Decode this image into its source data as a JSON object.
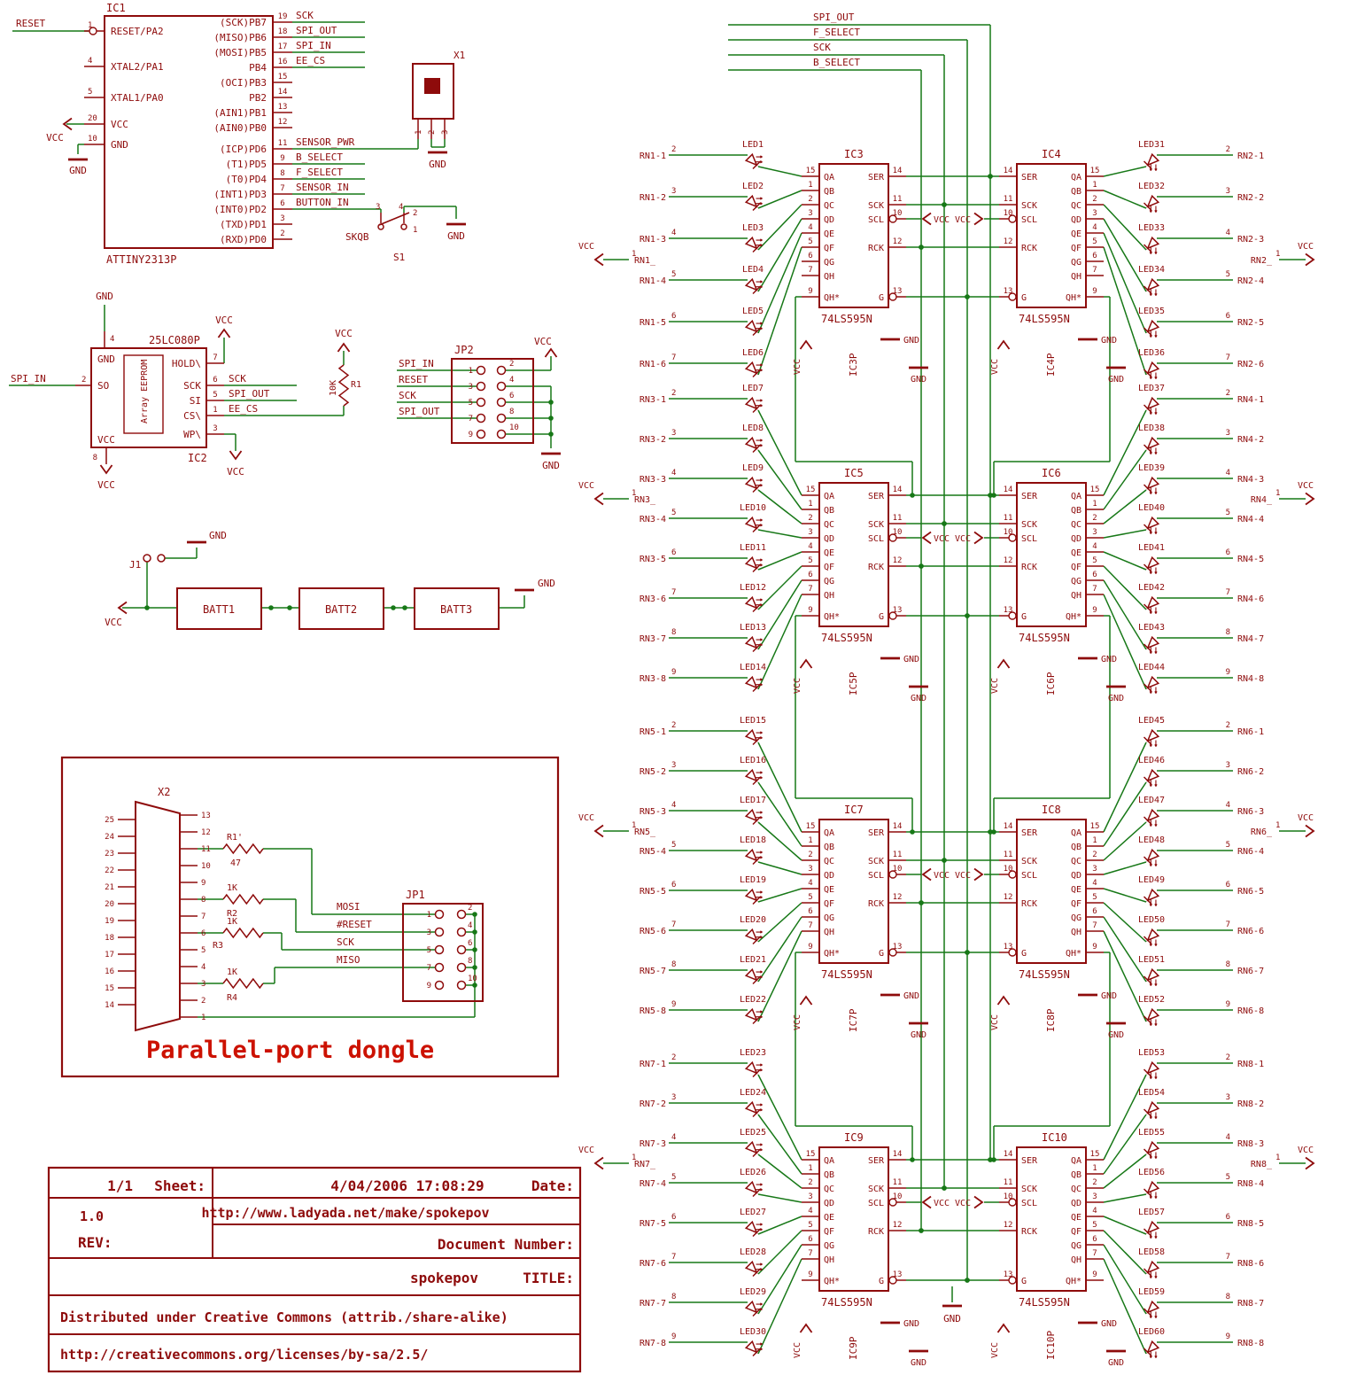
{
  "colors": {
    "background": "#ffffff",
    "part": "#8e0b0b",
    "wire": "#177817",
    "accent": "#cc1100"
  },
  "power": {
    "vcc": "VCC",
    "gnd": "GND"
  },
  "bus_signals": [
    "SPI_OUT",
    "F_SELECT",
    "SCK",
    "B_SELECT"
  ],
  "ic1": {
    "ref": "IC1",
    "value": "ATTINY2313P",
    "reset_label": "RESET",
    "left_pins": [
      {
        "num": "1",
        "name": "RESET/PA2"
      },
      {
        "num": "4",
        "name": "XTAL2/PA1"
      },
      {
        "num": "5",
        "name": "XTAL1/PA0"
      },
      {
        "num": "20",
        "name": "VCC"
      },
      {
        "num": "10",
        "name": "GND"
      }
    ],
    "right_pins": [
      {
        "num": "19",
        "name": "(SCK)PB7",
        "signal": "SCK"
      },
      {
        "num": "18",
        "name": "(MISO)PB6",
        "signal": "SPI_OUT"
      },
      {
        "num": "17",
        "name": "(MOSI)PB5",
        "signal": "SPI_IN"
      },
      {
        "num": "16",
        "name": "PB4",
        "signal": "EE_CS"
      },
      {
        "num": "15",
        "name": "(OCI)PB3"
      },
      {
        "num": "14",
        "name": "PB2"
      },
      {
        "num": "13",
        "name": "(AIN1)PB1"
      },
      {
        "num": "12",
        "name": "(AIN0)PB0"
      },
      {
        "num": "11",
        "name": "(ICP)PD6",
        "signal": "SENSOR_PWR"
      },
      {
        "num": "9",
        "name": "(T1)PD5",
        "signal": "B_SELECT"
      },
      {
        "num": "8",
        "name": "(T0)PD4",
        "signal": "F_SELECT"
      },
      {
        "num": "7",
        "name": "(INT1)PD3",
        "signal": "SENSOR_IN"
      },
      {
        "num": "6",
        "name": "(INT0)PD2",
        "signal": "BUTTON_IN"
      },
      {
        "num": "3",
        "name": "(TXD)PD1"
      },
      {
        "num": "2",
        "name": "(RXD)PD0"
      }
    ]
  },
  "x1": {
    "ref": "X1",
    "pins": [
      "1",
      "2",
      "3"
    ]
  },
  "s1": {
    "ref": "S1",
    "value": "SKQB",
    "pins": [
      "3",
      "4",
      "2",
      "1"
    ]
  },
  "ic2": {
    "ref": "IC2",
    "value": "25LC080P",
    "inner": "Array EEPROM",
    "left_pins": [
      {
        "num": "4",
        "name": "GND"
      },
      {
        "num": "2",
        "name": "SO",
        "signal": "SPI_IN"
      },
      {
        "num": "8",
        "name": "VCC"
      }
    ],
    "right_pins": [
      {
        "num": "7",
        "name": "HOLD\\"
      },
      {
        "num": "6",
        "name": "SCK",
        "signal": "SCK"
      },
      {
        "num": "5",
        "name": "SI",
        "signal": "SPI_OUT"
      },
      {
        "num": "1",
        "name": "CS\\",
        "signal": "EE_CS"
      },
      {
        "num": "3",
        "name": "WP\\"
      }
    ]
  },
  "r1": {
    "ref": "R1",
    "value": "10K"
  },
  "jp2": {
    "ref": "JP2",
    "left_signals": [
      "SPI_IN",
      "RESET",
      "SCK",
      "SPI_OUT"
    ],
    "pins_left": [
      "1",
      "3",
      "5",
      "7",
      "9"
    ],
    "pins_right": [
      "2",
      "4",
      "6",
      "8",
      "10"
    ]
  },
  "battery": {
    "j1": "J1",
    "cells": [
      "BATT1",
      "BATT2",
      "BATT3"
    ]
  },
  "dongle": {
    "title": "Parallel-port dongle",
    "x2": {
      "ref": "X2",
      "left_pins": [
        "25",
        "24",
        "23",
        "22",
        "21",
        "20",
        "19",
        "18",
        "17",
        "16",
        "15",
        "14"
      ],
      "right_pins": [
        "13",
        "12",
        "11",
        "10",
        "9",
        "8",
        "7",
        "6",
        "5",
        "4",
        "3",
        "2",
        "1"
      ]
    },
    "resistors": [
      {
        "ref": "R1'",
        "value": "47"
      },
      {
        "ref": "R2",
        "value": "1K"
      },
      {
        "ref": "R3",
        "value": "1K"
      },
      {
        "ref": "R4",
        "value": "1K"
      }
    ],
    "jp1": {
      "ref": "JP1",
      "signals": [
        "MOSI",
        "#RESET",
        "SCK",
        "MISO"
      ],
      "pins_left": [
        "1",
        "3",
        "5",
        "7",
        "9"
      ],
      "pins_right": [
        "2",
        "4",
        "6",
        "8",
        "10"
      ]
    }
  },
  "shift_registers": {
    "value": "74LS595N",
    "outputs": [
      {
        "name": "QA",
        "num": "15"
      },
      {
        "name": "QB",
        "num": "1"
      },
      {
        "name": "QC",
        "num": "2"
      },
      {
        "name": "QD",
        "num": "3"
      },
      {
        "name": "QE",
        "num": "4"
      },
      {
        "name": "QF",
        "num": "5"
      },
      {
        "name": "QG",
        "num": "6"
      },
      {
        "name": "QH",
        "num": "7"
      }
    ],
    "serial_out": {
      "name": "QH*",
      "num": "9"
    },
    "controls": [
      {
        "name": "SER",
        "num": "14",
        "row": 0
      },
      {
        "name": "SCK",
        "num": "11",
        "row": 2
      },
      {
        "name": "SCL",
        "num": "10",
        "row": 3,
        "bubble": true
      },
      {
        "name": "RCK",
        "num": "12",
        "row": 5
      },
      {
        "name": "G",
        "num": "13",
        "row": 8,
        "bubble": true
      }
    ],
    "chips": [
      {
        "ref": "IC3",
        "pwr": "IC3P",
        "side": "left",
        "row": 0
      },
      {
        "ref": "IC4",
        "pwr": "IC4P",
        "side": "right",
        "row": 0
      },
      {
        "ref": "IC5",
        "pwr": "IC5P",
        "side": "left",
        "row": 1
      },
      {
        "ref": "IC6",
        "pwr": "IC6P",
        "side": "right",
        "row": 1
      },
      {
        "ref": "IC7",
        "pwr": "IC7P",
        "side": "left",
        "row": 2
      },
      {
        "ref": "IC8",
        "pwr": "IC8P",
        "side": "right",
        "row": 2
      },
      {
        "ref": "IC9",
        "pwr": "IC9P",
        "side": "left",
        "row": 3
      },
      {
        "ref": "IC10",
        "pwr": "IC10P",
        "side": "right",
        "row": 3
      }
    ]
  },
  "led_groups": [
    {
      "side": "left",
      "row": 0,
      "bus_label": "RN1_",
      "bus_pin": "1",
      "leds": [
        {
          "led": "LED1",
          "rn": "RN1-1",
          "pin": "2"
        },
        {
          "led": "LED2",
          "rn": "RN1-2",
          "pin": "3"
        },
        {
          "led": "LED3",
          "rn": "RN1-3",
          "pin": "4"
        },
        {
          "led": "LED4",
          "rn": "RN1-4",
          "pin": "5"
        },
        {
          "led": "LED5",
          "rn": "RN1-5",
          "pin": "6"
        },
        {
          "led": "LED6",
          "rn": "RN1-6",
          "pin": "7"
        }
      ]
    },
    {
      "side": "right",
      "row": 0,
      "bus_label": "RN2_",
      "bus_pin": "1",
      "leds": [
        {
          "led": "LED31",
          "rn": "RN2-1",
          "pin": "2"
        },
        {
          "led": "LED32",
          "rn": "RN2-2",
          "pin": "3"
        },
        {
          "led": "LED33",
          "rn": "RN2-3",
          "pin": "4"
        },
        {
          "led": "LED34",
          "rn": "RN2-4",
          "pin": "5"
        },
        {
          "led": "LED35",
          "rn": "RN2-5",
          "pin": "6"
        },
        {
          "led": "LED36",
          "rn": "RN2-6",
          "pin": "7"
        }
      ]
    },
    {
      "side": "left",
      "row": 1,
      "bus_label": "RN3_",
      "bus_pin": "1",
      "leds": [
        {
          "led": "LED7",
          "rn": "RN3-1",
          "pin": "2"
        },
        {
          "led": "LED8",
          "rn": "RN3-2",
          "pin": "3"
        },
        {
          "led": "LED9",
          "rn": "RN3-3",
          "pin": "4"
        },
        {
          "led": "LED10",
          "rn": "RN3-4",
          "pin": "5"
        },
        {
          "led": "LED11",
          "rn": "RN3-5",
          "pin": "6"
        },
        {
          "led": "LED12",
          "rn": "RN3-6",
          "pin": "7"
        },
        {
          "led": "LED13",
          "rn": "RN3-7",
          "pin": "8"
        },
        {
          "led": "LED14",
          "rn": "RN3-8",
          "pin": "9"
        }
      ]
    },
    {
      "side": "right",
      "row": 1,
      "bus_label": "RN4_",
      "bus_pin": "1",
      "leds": [
        {
          "led": "LED37",
          "rn": "RN4-1",
          "pin": "2"
        },
        {
          "led": "LED38",
          "rn": "RN4-2",
          "pin": "3"
        },
        {
          "led": "LED39",
          "rn": "RN4-3",
          "pin": "4"
        },
        {
          "led": "LED40",
          "rn": "RN4-4",
          "pin": "5"
        },
        {
          "led": "LED41",
          "rn": "RN4-5",
          "pin": "6"
        },
        {
          "led": "LED42",
          "rn": "RN4-6",
          "pin": "7"
        },
        {
          "led": "LED43",
          "rn": "RN4-7",
          "pin": "8"
        },
        {
          "led": "LED44",
          "rn": "RN4-8",
          "pin": "9"
        }
      ]
    },
    {
      "side": "left",
      "row": 2,
      "bus_label": "RN5_",
      "bus_pin": "1",
      "leds": [
        {
          "led": "LED15",
          "rn": "RN5-1",
          "pin": "2"
        },
        {
          "led": "LED16",
          "rn": "RN5-2",
          "pin": "3"
        },
        {
          "led": "LED17",
          "rn": "RN5-3",
          "pin": "4"
        },
        {
          "led": "LED18",
          "rn": "RN5-4",
          "pin": "5"
        },
        {
          "led": "LED19",
          "rn": "RN5-5",
          "pin": "6"
        },
        {
          "led": "LED20",
          "rn": "RN5-6",
          "pin": "7"
        },
        {
          "led": "LED21",
          "rn": "RN5-7",
          "pin": "8"
        },
        {
          "led": "LED22",
          "rn": "RN5-8",
          "pin": "9"
        }
      ]
    },
    {
      "side": "right",
      "row": 2,
      "bus_label": "RN6_",
      "bus_pin": "1",
      "leds": [
        {
          "led": "LED45",
          "rn": "RN6-1",
          "pin": "2"
        },
        {
          "led": "LED46",
          "rn": "RN6-2",
          "pin": "3"
        },
        {
          "led": "LED47",
          "rn": "RN6-3",
          "pin": "4"
        },
        {
          "led": "LED48",
          "rn": "RN6-4",
          "pin": "5"
        },
        {
          "led": "LED49",
          "rn": "RN6-5",
          "pin": "6"
        },
        {
          "led": "LED50",
          "rn": "RN6-6",
          "pin": "7"
        },
        {
          "led": "LED51",
          "rn": "RN6-7",
          "pin": "8"
        },
        {
          "led": "LED52",
          "rn": "RN6-8",
          "pin": "9"
        }
      ]
    },
    {
      "side": "left",
      "row": 3,
      "bus_label": "RN7_",
      "bus_pin": "1",
      "leds": [
        {
          "led": "LED23",
          "rn": "RN7-1",
          "pin": "2"
        },
        {
          "led": "LED24",
          "rn": "RN7-2",
          "pin": "3"
        },
        {
          "led": "LED25",
          "rn": "RN7-3",
          "pin": "4"
        },
        {
          "led": "LED26",
          "rn": "RN7-4",
          "pin": "5"
        },
        {
          "led": "LED27",
          "rn": "RN7-5",
          "pin": "6"
        },
        {
          "led": "LED28",
          "rn": "RN7-6",
          "pin": "7"
        },
        {
          "led": "LED29",
          "rn": "RN7-7",
          "pin": "8"
        },
        {
          "led": "LED30",
          "rn": "RN7-8",
          "pin": "9"
        }
      ]
    },
    {
      "side": "right",
      "row": 3,
      "bus_label": "RN8_",
      "bus_pin": "1",
      "leds": [
        {
          "led": "LED53",
          "rn": "RN8-1",
          "pin": "2"
        },
        {
          "led": "LED54",
          "rn": "RN8-2",
          "pin": "3"
        },
        {
          "led": "LED55",
          "rn": "RN8-3",
          "pin": "4"
        },
        {
          "led": "LED56",
          "rn": "RN8-4",
          "pin": "5"
        },
        {
          "led": "LED57",
          "rn": "RN8-5",
          "pin": "6"
        },
        {
          "led": "LED58",
          "rn": "RN8-6",
          "pin": "7"
        },
        {
          "led": "LED59",
          "rn": "RN8-7",
          "pin": "8"
        },
        {
          "led": "LED60",
          "rn": "RN8-8",
          "pin": "9"
        }
      ]
    }
  ],
  "titleblock": {
    "sheet_value": "1/1",
    "sheet_label": "Sheet:",
    "date_value": "4/04/2006 17:08:29",
    "date_label": "Date:",
    "rev_value": "1.0",
    "rev_label": "REV:",
    "url": "http://www.ladyada.net/make/spokepov",
    "docnum_label": "Document Number:",
    "title_value": "spokepov",
    "title_label": "TITLE:",
    "license1": "Distributed under Creative Commons (attrib./share-alike)",
    "license2": "http://creativecommons.org/licenses/by-sa/2.5/"
  }
}
